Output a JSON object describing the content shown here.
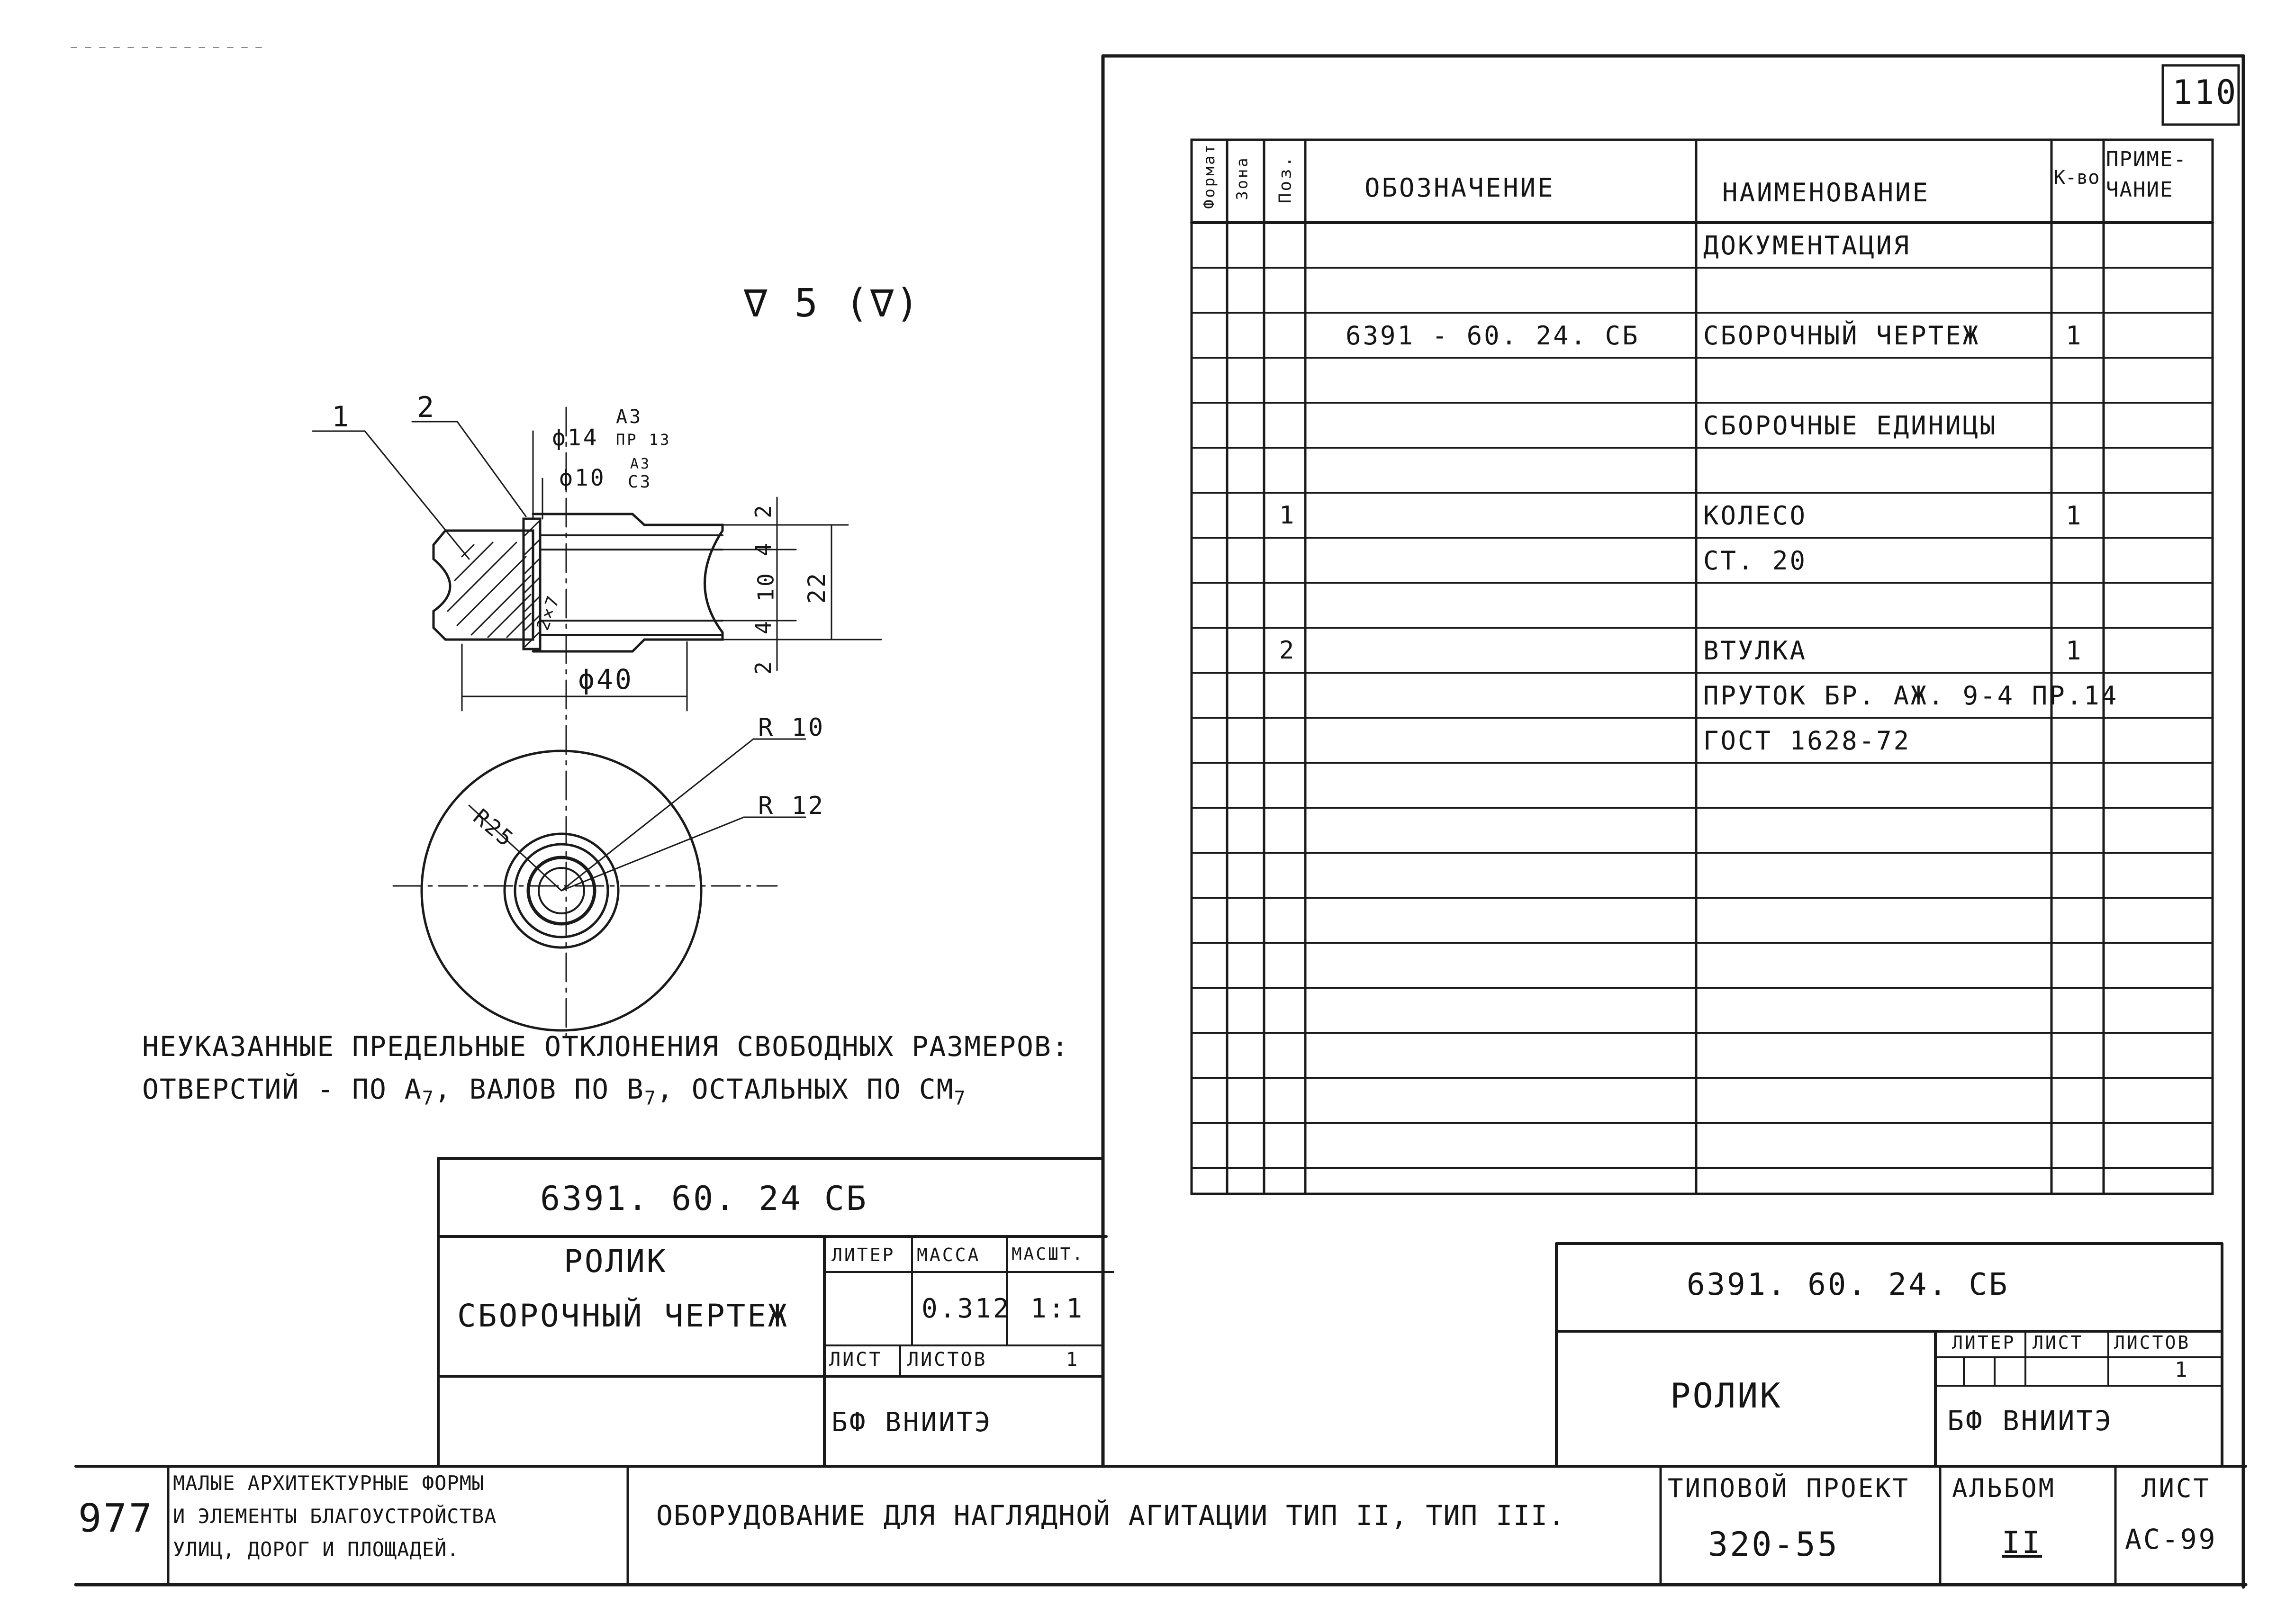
{
  "page_number": "110",
  "surface_finish": "∇ 5 (∇)",
  "drawing": {
    "callouts": [
      "1",
      "2"
    ],
    "dim_d14": "ϕ14",
    "dim_d14_tol_top": "A3",
    "dim_d14_tol_bottom": "ПР 13",
    "dim_d10": "ϕ10",
    "dim_d10_tol_top": "A3",
    "dim_d10_tol_bottom": "C3",
    "dim_d40": "ϕ40",
    "dim_2a": "2",
    "dim_4a": "4",
    "dim_10": "10",
    "dim_4b": "4",
    "dim_2b": "2",
    "dim_22": "22",
    "chamfer": "2×7",
    "r10": "R 10",
    "r12": "R 12",
    "r25": "R25"
  },
  "notes": {
    "line1": "Неуказанные предельные отклонения свободных размеров:",
    "line2_a": "отверстий - по A",
    "line2_a_sub": "7",
    "line2_b": ", валов по B",
    "line2_b_sub": "7",
    "line2_c": ", остальных по CM",
    "line2_c_sub": "7"
  },
  "spec": {
    "headers": {
      "format": "Формат",
      "zone": "Зона",
      "pos": "Поз.",
      "designation": "Обозначение",
      "name": "Наименование",
      "qty": "К-во",
      "note": "Приме-чание"
    },
    "rows": [
      {
        "pos": "",
        "designation": "",
        "name": "Документация",
        "qty": ""
      },
      {
        "pos": "",
        "designation": "",
        "name": "",
        "qty": ""
      },
      {
        "pos": "",
        "designation": "6391 - 60. 24. СБ",
        "name": "Сборочный чертеж",
        "qty": "1"
      },
      {
        "pos": "",
        "designation": "",
        "name": "",
        "qty": ""
      },
      {
        "pos": "",
        "designation": "",
        "name": "Сборочные единицы",
        "qty": ""
      },
      {
        "pos": "",
        "designation": "",
        "name": "",
        "qty": ""
      },
      {
        "pos": "1",
        "designation": "",
        "name": "Колесо",
        "qty": "1"
      },
      {
        "pos": "",
        "designation": "",
        "name": "Ст. 20",
        "qty": ""
      },
      {
        "pos": "",
        "designation": "",
        "name": "",
        "qty": ""
      },
      {
        "pos": "2",
        "designation": "",
        "name": "Втулка",
        "qty": "1"
      },
      {
        "pos": "",
        "designation": "",
        "name": "Пруток БР. АЖ. 9-4 пр.14",
        "qty": ""
      },
      {
        "pos": "",
        "designation": "",
        "name": "ГОСТ 1628-72",
        "qty": ""
      }
    ]
  },
  "title_left": {
    "code": "6391. 60. 24 СБ",
    "name1": "Ролик",
    "name2": "Сборочный чертеж",
    "liter_label": "Литер",
    "mass_label": "Масса",
    "scale_label": "Масшт.",
    "mass": "0.312",
    "scale": "1:1",
    "sheet_label": "Лист",
    "sheets_label": "Листов",
    "sheets_value": "1",
    "org": "БФ ВНИИТЭ"
  },
  "title_right": {
    "code": "6391. 60. 24. СБ",
    "name": "Ролик",
    "liter_label": "Литер",
    "sheet_label": "Лист",
    "sheets_label": "Листов",
    "sheets_value": "1",
    "org": "БФ ВНИИТЭ"
  },
  "bottom": {
    "number": "977",
    "album_title_1": "Малые архитектурные формы",
    "album_title_2": "и элементы благоустройства",
    "album_title_3": "улиц, дорог и площадей.",
    "subject": "Оборудование для наглядной агитации тип II, тип III.",
    "project_label": "Типовой проект",
    "project_value": "320-55",
    "album_label": "Альбом",
    "album_value": "II",
    "sheet_label": "Лист",
    "sheet_value": "АС-99"
  }
}
